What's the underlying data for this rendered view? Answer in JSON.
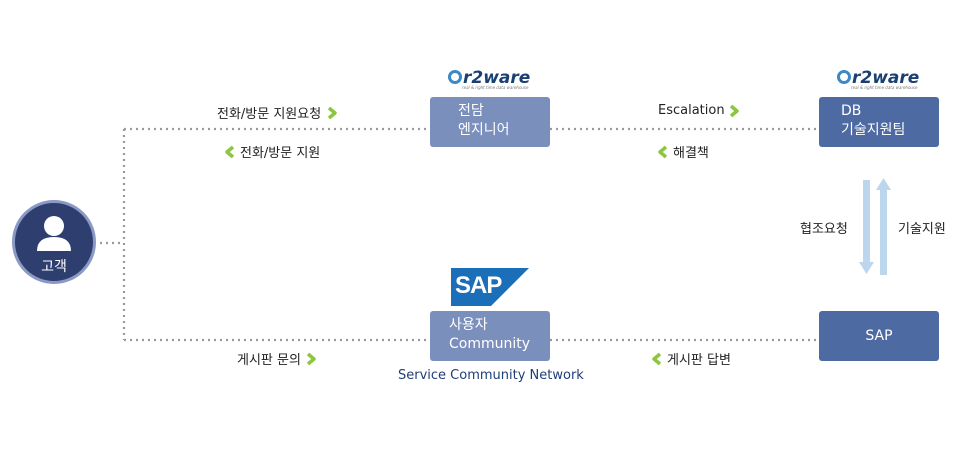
{
  "customer": {
    "label": "고객"
  },
  "engineer_box": {
    "line1": "전담",
    "line2": "엔지니어"
  },
  "db_box": {
    "line1": "DB",
    "line2": "기술지원팀"
  },
  "community_box": {
    "line1": "사용자",
    "line2": "Community"
  },
  "sap_box": {
    "label": "SAP"
  },
  "sap_logo": {
    "text": "SAP"
  },
  "or2ware_logo_1": {
    "text": "r2ware",
    "tagline": "real & right time data warehouse"
  },
  "or2ware_logo_2": {
    "text": "r2ware",
    "tagline": "real & right time data warehouse"
  },
  "labels": {
    "phone_visit_request": "전화/방문 지원요청",
    "phone_visit_support": "전화/방문 지원",
    "escalation": "Escalation",
    "solution": "해결책",
    "cooperation_request": "협조요청",
    "tech_support": "기술지원",
    "board_inquiry": "게시판 문의",
    "board_answer": "게시판 답변",
    "service_community_network": "Service Community Network"
  },
  "colors": {
    "light_box": "#7b8fbc",
    "dark_box": "#4d6aa2",
    "chevron": "#8cc63e",
    "dotted_line": "#9a9a9a",
    "vertical_arrows": "#bcd6ee",
    "customer_circle": "#2e3f6f",
    "sap_logo": "#1b6fb8"
  }
}
